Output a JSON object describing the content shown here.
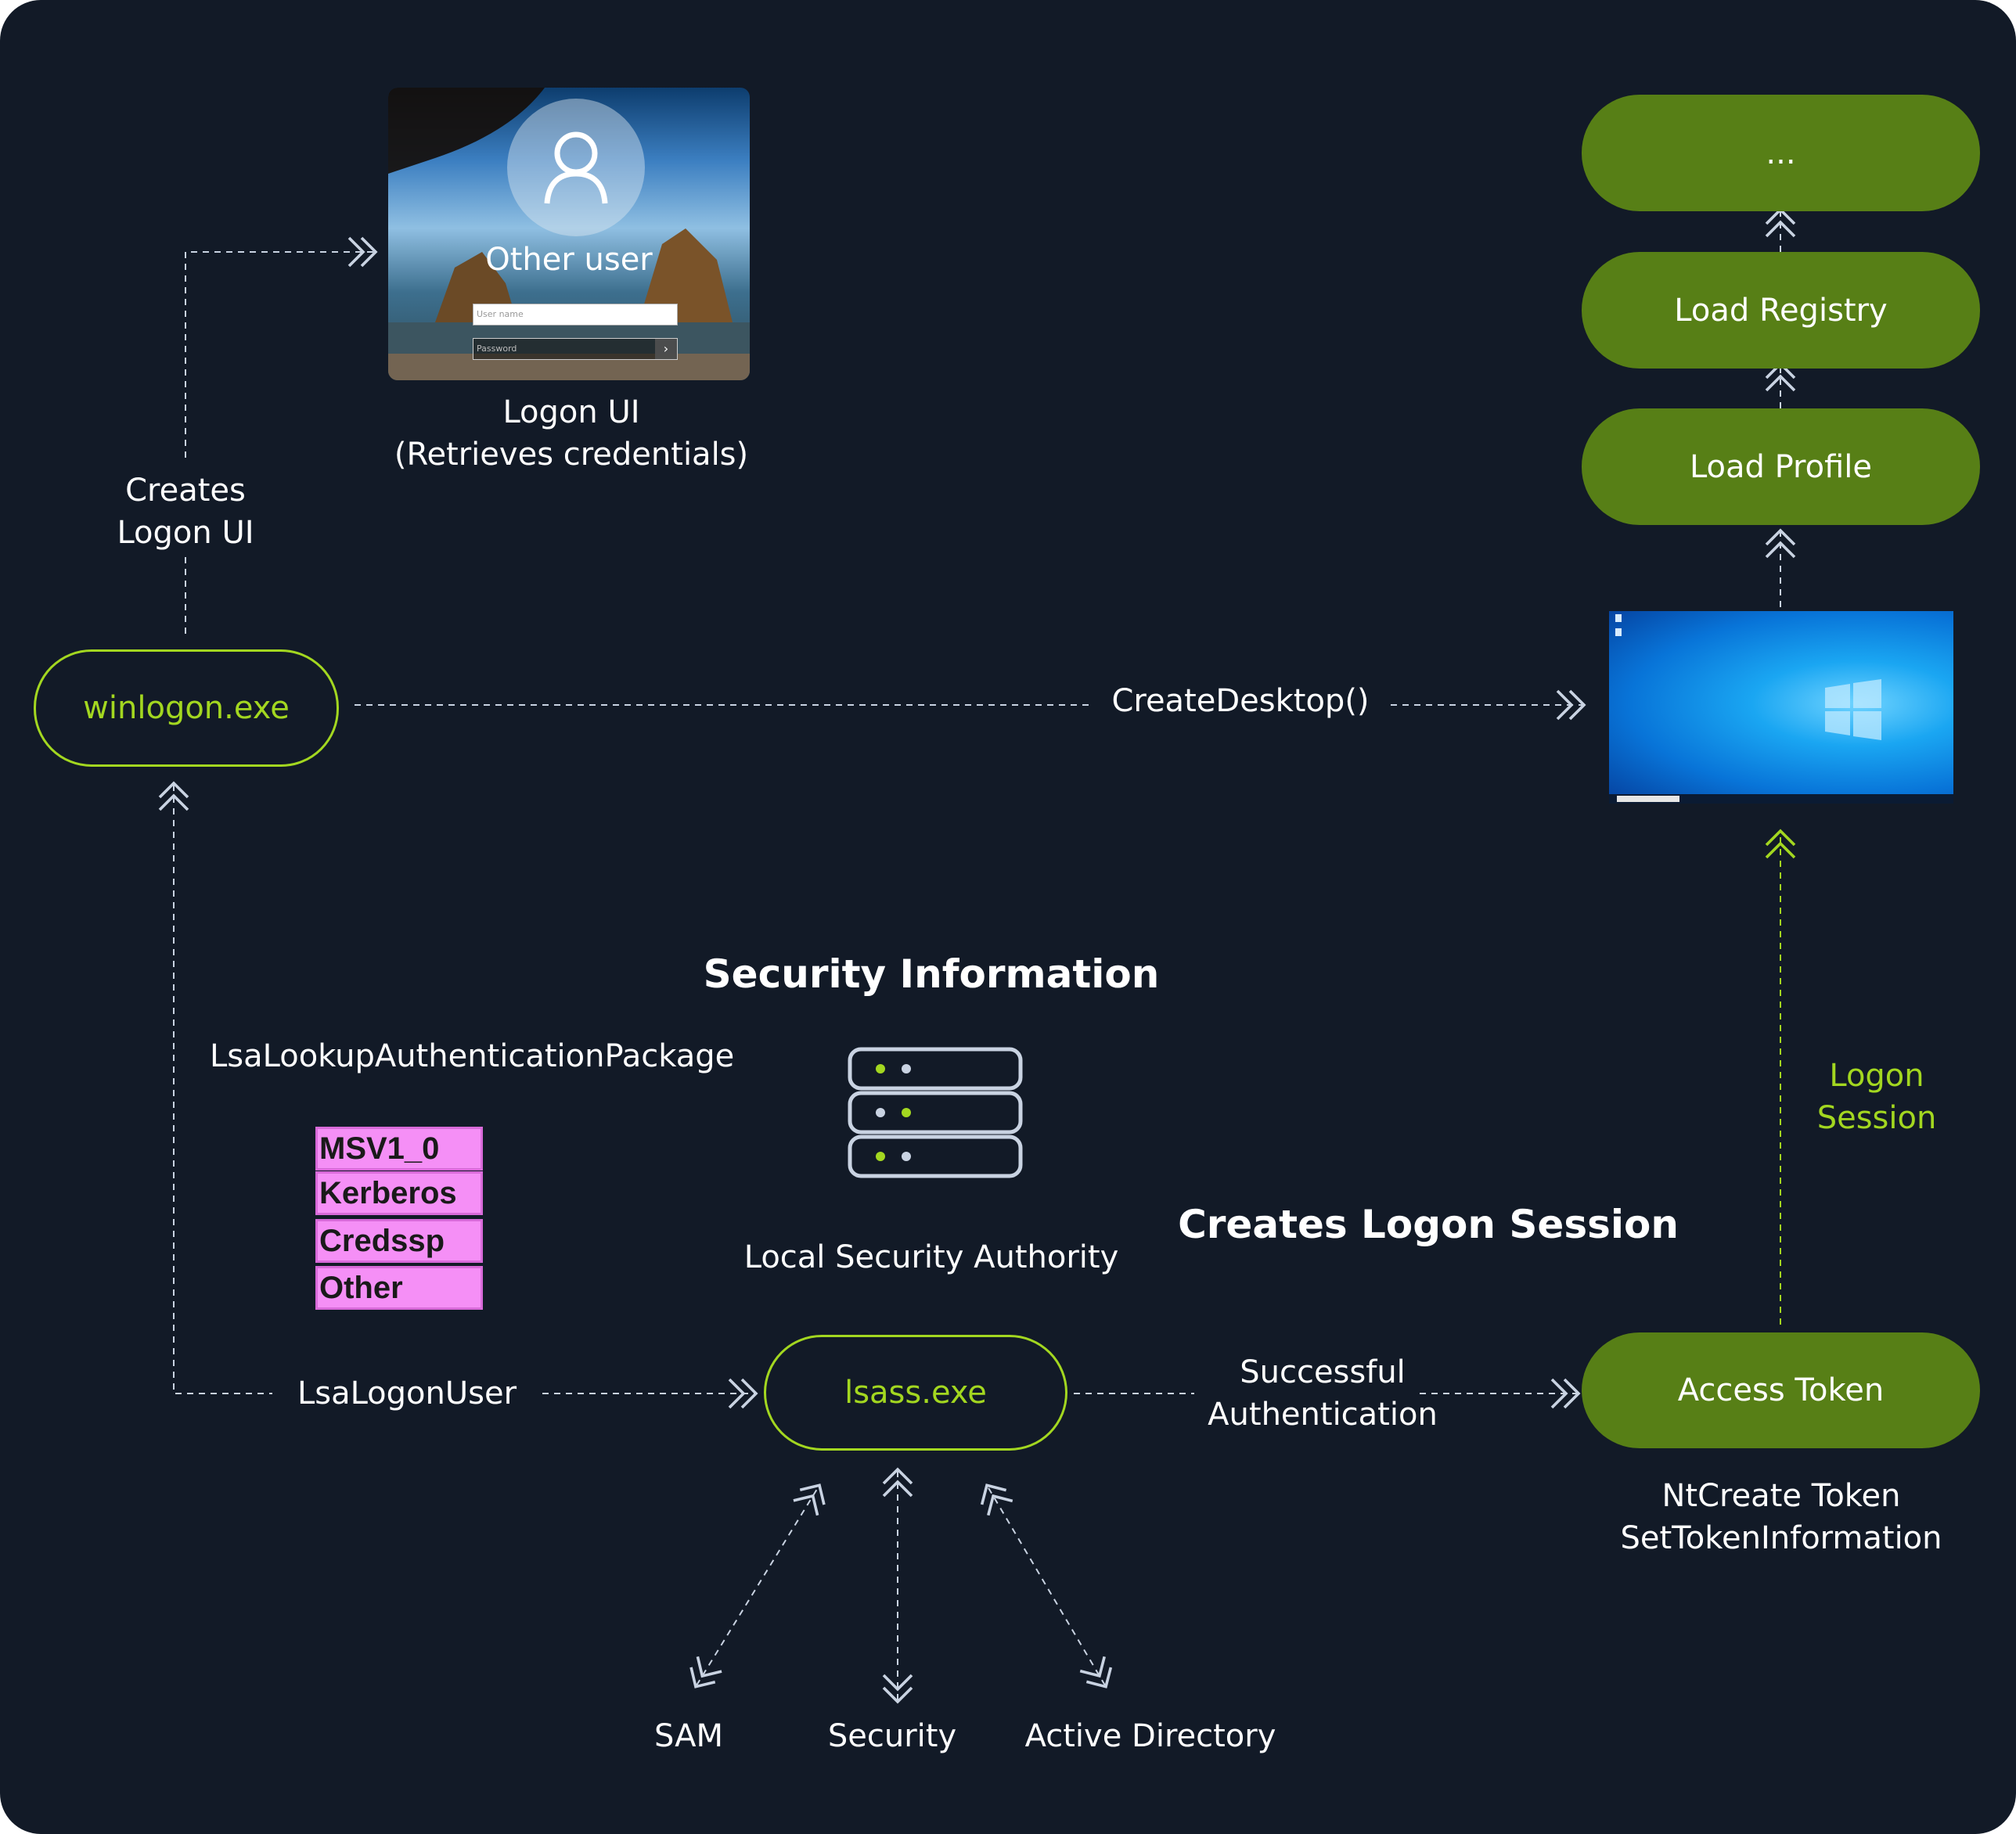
{
  "colors": {
    "background": "#121a27",
    "accent": "#a3d720",
    "node_fill": "#577f16",
    "package_fill": "#f58ff6",
    "connector": "#c9d3e2"
  },
  "logon_ui": {
    "screen_title": "Other user",
    "username_placeholder": "User name",
    "password_placeholder": "Password",
    "caption_line1": "Logon UI",
    "caption_line2": "(Retrieves credentials)"
  },
  "labels": {
    "creates_logon_ui_1": "Creates",
    "creates_logon_ui_2": "Logon UI",
    "create_desktop": "CreateDesktop()",
    "lsa_lookup": "LsaLookupAuthenticationPackage",
    "lsa_logon_user": "LsaLogonUser",
    "successful_1": "Successful",
    "successful_2": "Authentication",
    "logon_session_1": "Logon",
    "logon_session_2": "Session",
    "token_api_1": "NtCreate Token",
    "token_api_2": "SetTokenInformation"
  },
  "headings": {
    "security_information": "Security Information",
    "creates_logon_session": "Creates Logon Session"
  },
  "nodes": {
    "winlogon": "winlogon.exe",
    "lsass": "lsass.exe",
    "access_token": "Access Token",
    "load_profile": "Load Profile",
    "load_registry": "Load Registry",
    "ellipsis": "..."
  },
  "lsa": {
    "label": "Local Security Authority",
    "icon": "server-stack-icon"
  },
  "auth_packages": [
    "MSV1_0",
    "Kerberos",
    "Credssp",
    "Other"
  ],
  "stores": {
    "sam": "SAM",
    "security": "Security",
    "active_directory": "Active Directory"
  }
}
